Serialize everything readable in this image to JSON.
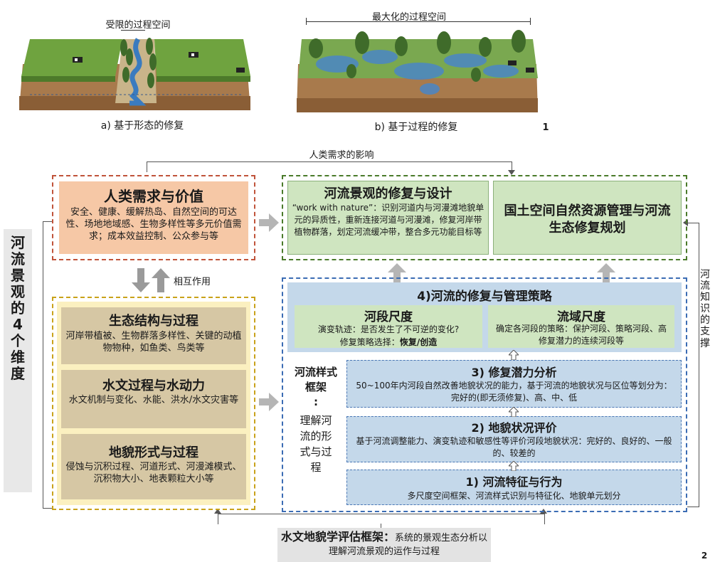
{
  "top": {
    "fig_a": {
      "label": "受限的过程空间",
      "caption": "a) 基于形态的修复"
    },
    "fig_b": {
      "label": "最大化的过程空间",
      "caption": "b) 基于过程的修复"
    },
    "fig_number": "1"
  },
  "diagram": {
    "human_impact_label": "人类需求的影响",
    "interaction_label": "相互作用",
    "left_vertical_label": "河流景观的4个维度",
    "right_vertical_label": "河流知识的支撑",
    "human_needs": {
      "title": "人类需求与价值",
      "body": "安全、健康、缓解热岛、自然空间的可达性、场地地域感、生物多样性等多元价值需求；成本效益控制、公众参与等"
    },
    "eco": {
      "title": "生态结构与过程",
      "body": "河岸带植被、生物群落多样性、关键的动植物物种，如鱼类、鸟类等"
    },
    "hydro": {
      "title": "水文过程与水动力",
      "body": "水文机制与变化、水能、洪水/水文灾害等"
    },
    "geomorph": {
      "title": "地貌形式与过程",
      "body": "侵蚀与沉积过程、河道形式、河漫滩模式、沉积物大小、地表颗粒大小等"
    },
    "landscape": {
      "title": "河流景观的修复与设计",
      "body": "“work with nature”：识别河道内与河漫滩地貌单元的异质性，重新连接河道与河漫滩，修复河岸带植物群落，划定河流缓冲带，整合多元功能目标等"
    },
    "land_space": {
      "title": "国土空间自然资源管理与河流生态修复规划"
    },
    "strategy": {
      "title": "4)河流的修复与管理策略",
      "reach": {
        "title": "河段尺度",
        "line1": "演变轨迹：是否发生了不可逆的变化?",
        "line2_prefix": "修复策略选择：",
        "line2_bold": "恢复/创造"
      },
      "basin": {
        "title": "流域尺度",
        "body": "确定各河段的策略：保护河段、策略河段、高修复潜力的连续河段等"
      }
    },
    "river_styles": {
      "label_top": "河流样式框架",
      "colon": ":",
      "label_bottom": "理解河流的形式与过程"
    },
    "step3": {
      "title": "3) 修复潜力分析",
      "body": "50~100年内河段自然改善地貌状况的能力，基于河流的地貌状况与区位等划分为：完好的(即无须修复)、高、中、低"
    },
    "step2": {
      "title": "2) 地貌状况评价",
      "body": "基于河流调整能力、演变轨迹和敏感性等评价河段地貌状况：完好的、良好的、一般的、较差的"
    },
    "step1": {
      "title": "1) 河流特征与行为",
      "body": "多尺度空间框架、河流样式识别与特征化、地貌单元划分"
    },
    "bottom": {
      "bold": "水文地貌学评估框架：",
      "rest": "系统的景观生态分析以理解河流景观的运作与过程"
    },
    "fig_number": "2"
  }
}
